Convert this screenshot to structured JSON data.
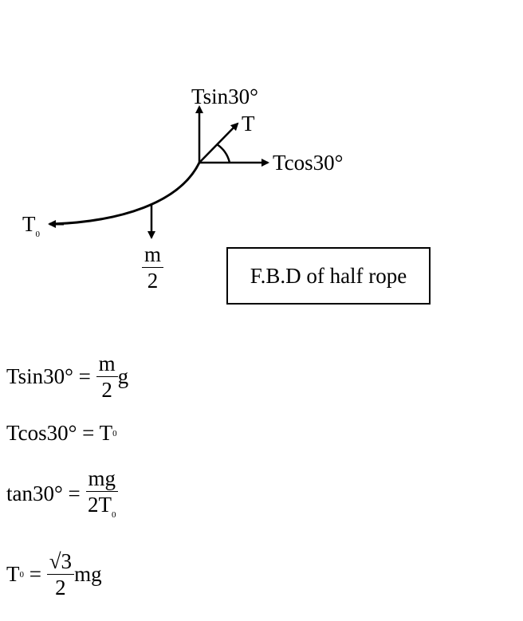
{
  "diagram": {
    "labels": {
      "tsin": "Tsin30°",
      "t": "T",
      "tcos": "Tcos30°",
      "t0": "T",
      "t0_sub": "0",
      "weight_num": "m",
      "weight_den": "2"
    },
    "caption": "F.B.D of half rope"
  },
  "equations": [
    {
      "lhs": "Tsin30° =",
      "num": "m",
      "den": "2",
      "tail": "g"
    },
    {
      "lhs": "Tcos30° = T",
      "sub": "0"
    },
    {
      "lhs": "tan30° =",
      "num": "mg",
      "den": "2T",
      "den_sub": "0"
    },
    {
      "lhs": "T",
      "lhs_sub": "0",
      "eq": "=",
      "num": "√3",
      "den": "2",
      "tail": "mg"
    }
  ]
}
